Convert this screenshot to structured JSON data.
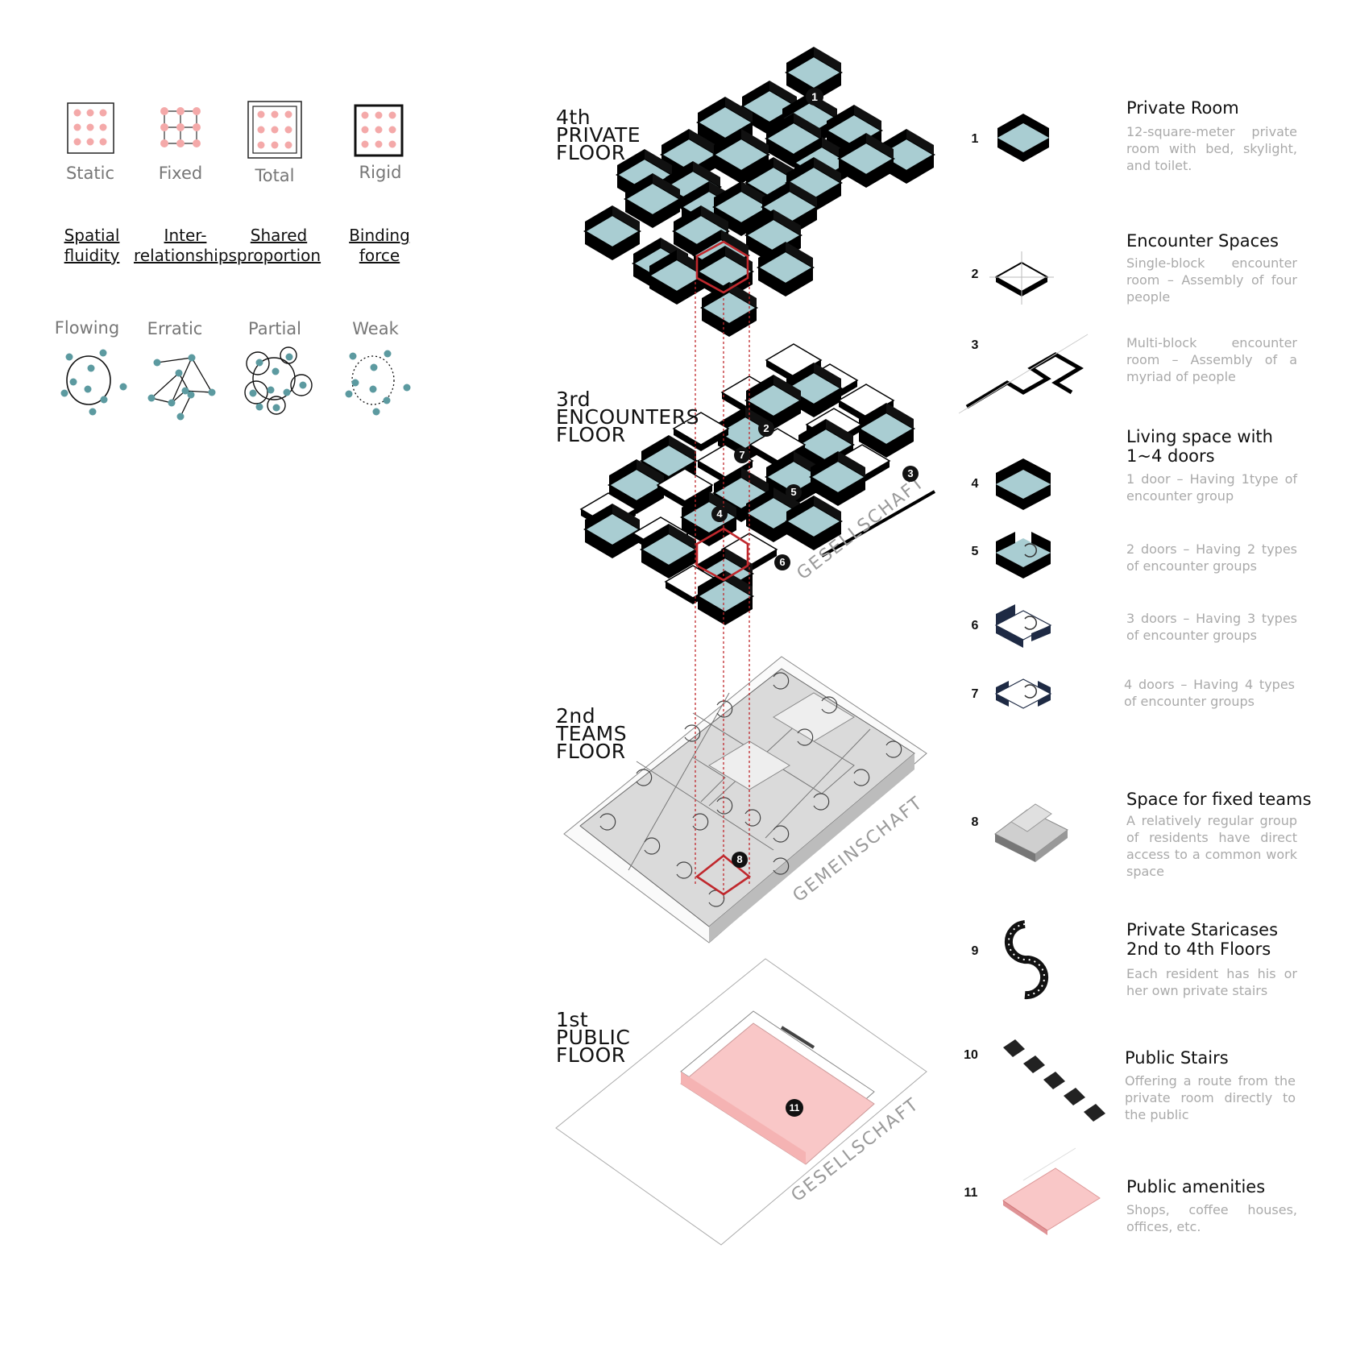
{
  "top_legend": {
    "items": [
      {
        "label": "Static"
      },
      {
        "label": "Fixed"
      },
      {
        "label": "Total"
      },
      {
        "label": "Rigid"
      }
    ],
    "properties": [
      {
        "line1": "Spatial",
        "line2": "fluidity"
      },
      {
        "line1": "Inter-",
        "line2": "relationships"
      },
      {
        "line1": "Shared",
        "line2": "proportion"
      },
      {
        "line1": "Binding",
        "line2": "force"
      }
    ],
    "modes": [
      {
        "label": "Flowing"
      },
      {
        "label": "Erratic"
      },
      {
        "label": "Partial"
      },
      {
        "label": "Weak"
      }
    ]
  },
  "floors": [
    {
      "line1": "4th",
      "line2": "PRIVATE",
      "line3": "FLOOR"
    },
    {
      "line1": "3rd",
      "line2": "ENCOUNTERS",
      "line3": "FLOOR"
    },
    {
      "line1": "2nd",
      "line2": "TEAMS",
      "line3": "FLOOR"
    },
    {
      "line1": "1st",
      "line2": "PUBLIC",
      "line3": "FLOOR"
    }
  ],
  "street_labels": {
    "encounters": "GESELLSCHAFT",
    "teams": "GEMEINSCHAFT",
    "public": "GESELLSCHAFT"
  },
  "markers": [
    "1",
    "2",
    "3",
    "4",
    "5",
    "6",
    "7",
    "8",
    "11"
  ],
  "legend": [
    {
      "num": "1",
      "title": "Private Room",
      "desc": "12-square-meter private room with bed, skylight, and toilet."
    },
    {
      "num": "2",
      "title": "Encounter Spaces",
      "desc": "Single-block encounter room – Assembly of four people"
    },
    {
      "num": "3",
      "title": "",
      "desc": "Multi-block encounter room – Assembly of a myriad of people"
    },
    {
      "num": "4",
      "title": "Living space with 1~4 doors",
      "desc": "1 door – Having 1type of encounter group"
    },
    {
      "num": "5",
      "title": "",
      "desc": "2 doors – Having 2 types of encounter groups"
    },
    {
      "num": "6",
      "title": "",
      "desc": "3 doors – Having 3 types of encounter groups"
    },
    {
      "num": "7",
      "title": "",
      "desc": "4 doors – Having 4 types of encounter groups"
    },
    {
      "num": "8",
      "title": "Space for fixed teams",
      "desc": "A relatively regular group of residents have direct access to a common work space"
    },
    {
      "num": "9",
      "title": "Private Staricases 2nd to 4th Floors",
      "desc": "Each resident has his or her own private stairs"
    },
    {
      "num": "10",
      "title": "Public Stairs",
      "desc": "Offering a route from the private room directly to the public"
    },
    {
      "num": "11",
      "title": "Public amenities",
      "desc": "Shops, coffee houses, offices, etc."
    }
  ],
  "colors": {
    "room_fill": "#a9cdd2",
    "pink": "#f9c7c7",
    "accent_red": "#c0282d",
    "dot_teal": "#5c9aa0",
    "team_gray": "#d7d7d7",
    "navy": "#1e2a44"
  }
}
